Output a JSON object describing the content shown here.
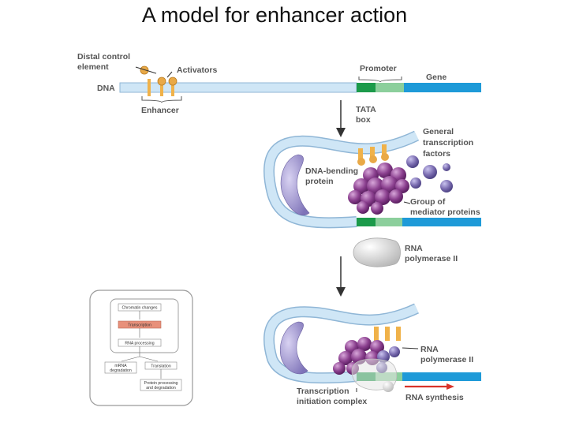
{
  "title": "A model for enhancer action",
  "labels": {
    "distal_control_1": "Distal control",
    "distal_control_2": "element",
    "activators": "Activators",
    "dna": "DNA",
    "enhancer": "Enhancer",
    "promoter": "Promoter",
    "gene": "Gene",
    "tata_1": "TATA",
    "tata_2": "box",
    "gtf_1": "General",
    "gtf_2": "transcription",
    "gtf_3": "factors",
    "dna_bending_1": "DNA-bending",
    "dna_bending_2": "protein",
    "mediator_1": "Group of",
    "mediator_2": "mediator proteins",
    "rna_pol_1": "RNA",
    "rna_pol_2": "polymerase II",
    "rna_pol_b_1": "RNA",
    "rna_pol_b_2": "polymerase II",
    "tic_1": "Transcription",
    "tic_2": "initiation complex",
    "rna_synthesis": "RNA synthesis"
  },
  "flowchart": {
    "chromatin": "Chromatin changes",
    "transcription": "Transcription",
    "rna_processing": "RNA processing",
    "mrna_deg_1": "mRNA",
    "mrna_deg_2": "degradation",
    "translation": "Translation",
    "protein_proc_1": "Protein processing",
    "protein_proc_2": "and degradation"
  },
  "colors": {
    "dna_light": "#cfe6f6",
    "dna_outline": "#8fb6d6",
    "gene_blue": "#1e9ad8",
    "tata_green": "#1c9a4a",
    "promoter_light": "#8ccf9c",
    "activator_orange": "#f0b24a",
    "mediator_purple": "#8a3f8e",
    "gtf_purple": "#7a6cb0",
    "polymerase_gray": "#d9d9d9",
    "arrow_red": "#d9342b",
    "highlight_box": "#e8907a"
  }
}
